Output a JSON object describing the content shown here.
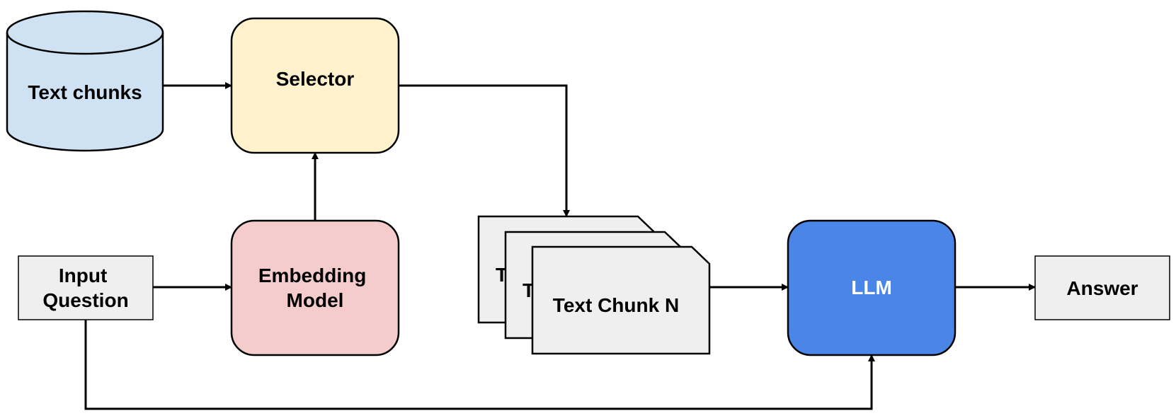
{
  "colors": {
    "text_chunks_fill": "#cfe2f3",
    "selector_fill": "#fff2cc",
    "embedding_fill": "#f4cccc",
    "llm_fill": "#4a86e8",
    "box_fill": "#efefef",
    "stroke": "#000000",
    "llm_text": "#ffffff"
  },
  "nodes": {
    "text_chunks": "Text chunks",
    "selector": "Selector",
    "embedding_model": [
      "Embedding",
      "Model"
    ],
    "input_question": [
      "Input",
      "Question"
    ],
    "stack_back_1_partial": "T",
    "stack_back_2_partial": "T",
    "text_chunk_n": "Text Chunk N",
    "llm": "LLM",
    "answer": "Answer"
  }
}
